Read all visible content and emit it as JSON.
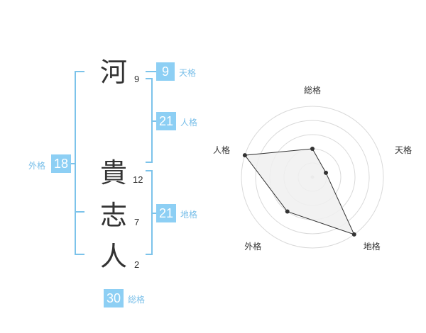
{
  "name": {
    "chars": [
      {
        "char": "河",
        "strokes": "9"
      },
      {
        "char": "貴",
        "strokes": "12"
      },
      {
        "char": "志",
        "strokes": "7"
      },
      {
        "char": "人",
        "strokes": "2"
      }
    ]
  },
  "fortune": {
    "tenkaku": {
      "value": "9",
      "label": "天格"
    },
    "jinkaku": {
      "value": "21",
      "label": "人格"
    },
    "chikaku": {
      "value": "21",
      "label": "地格"
    },
    "gaikaku": {
      "value": "18",
      "label": "外格"
    },
    "soukaku": {
      "value": "30",
      "label": "総格"
    }
  },
  "chart_data": {
    "type": "radar",
    "axes": [
      "総格",
      "天格",
      "地格",
      "外格",
      "人格"
    ],
    "values": [
      2,
      1,
      5,
      3,
      5
    ],
    "rmax": 5,
    "rings": 5,
    "colors": {
      "fill": "#f0f0f0",
      "stroke": "#333333",
      "grid": "#d9d9d9",
      "point": "#333333"
    }
  }
}
